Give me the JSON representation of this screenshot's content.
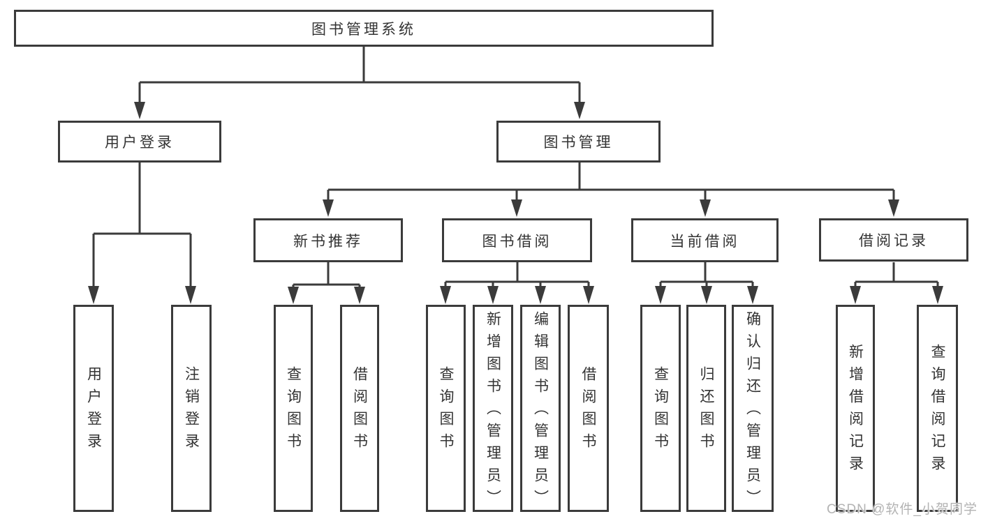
{
  "colors": {
    "line": "#3b3b3b",
    "text": "#333333",
    "background": "#ffffff",
    "watermark": "#b3b3b3"
  },
  "tree": {
    "root": {
      "label": "图书管理系统"
    },
    "level2": [
      {
        "label": "用户登录"
      },
      {
        "label": "图书管理"
      }
    ],
    "level3": [
      {
        "label": "新书推荐",
        "parent": "图书管理"
      },
      {
        "label": "图书借阅",
        "parent": "图书管理"
      },
      {
        "label": "当前借阅",
        "parent": "图书管理"
      },
      {
        "label": "借阅记录",
        "parent": "图书管理"
      }
    ],
    "leaves": [
      {
        "label": "用户登录",
        "parent": "用户登录"
      },
      {
        "label": "注销登录",
        "parent": "用户登录"
      },
      {
        "label": "查询图书",
        "parent": "新书推荐"
      },
      {
        "label": "借阅图书",
        "parent": "新书推荐"
      },
      {
        "label": "查询图书",
        "parent": "图书借阅"
      },
      {
        "label": "新增图书（管理员）",
        "parent": "图书借阅"
      },
      {
        "label": "编辑图书（管理员）",
        "parent": "图书借阅"
      },
      {
        "label": "借阅图书",
        "parent": "图书借阅"
      },
      {
        "label": "查询图书",
        "parent": "当前借阅"
      },
      {
        "label": "归还图书",
        "parent": "当前借阅"
      },
      {
        "label": "确认归还（管理员）",
        "parent": "当前借阅"
      },
      {
        "label": "新增借阅记录",
        "parent": "借阅记录"
      },
      {
        "label": "查询借阅记录",
        "parent": "借阅记录"
      }
    ]
  },
  "watermark": {
    "text": "CSDN @软件_小贺同学"
  }
}
